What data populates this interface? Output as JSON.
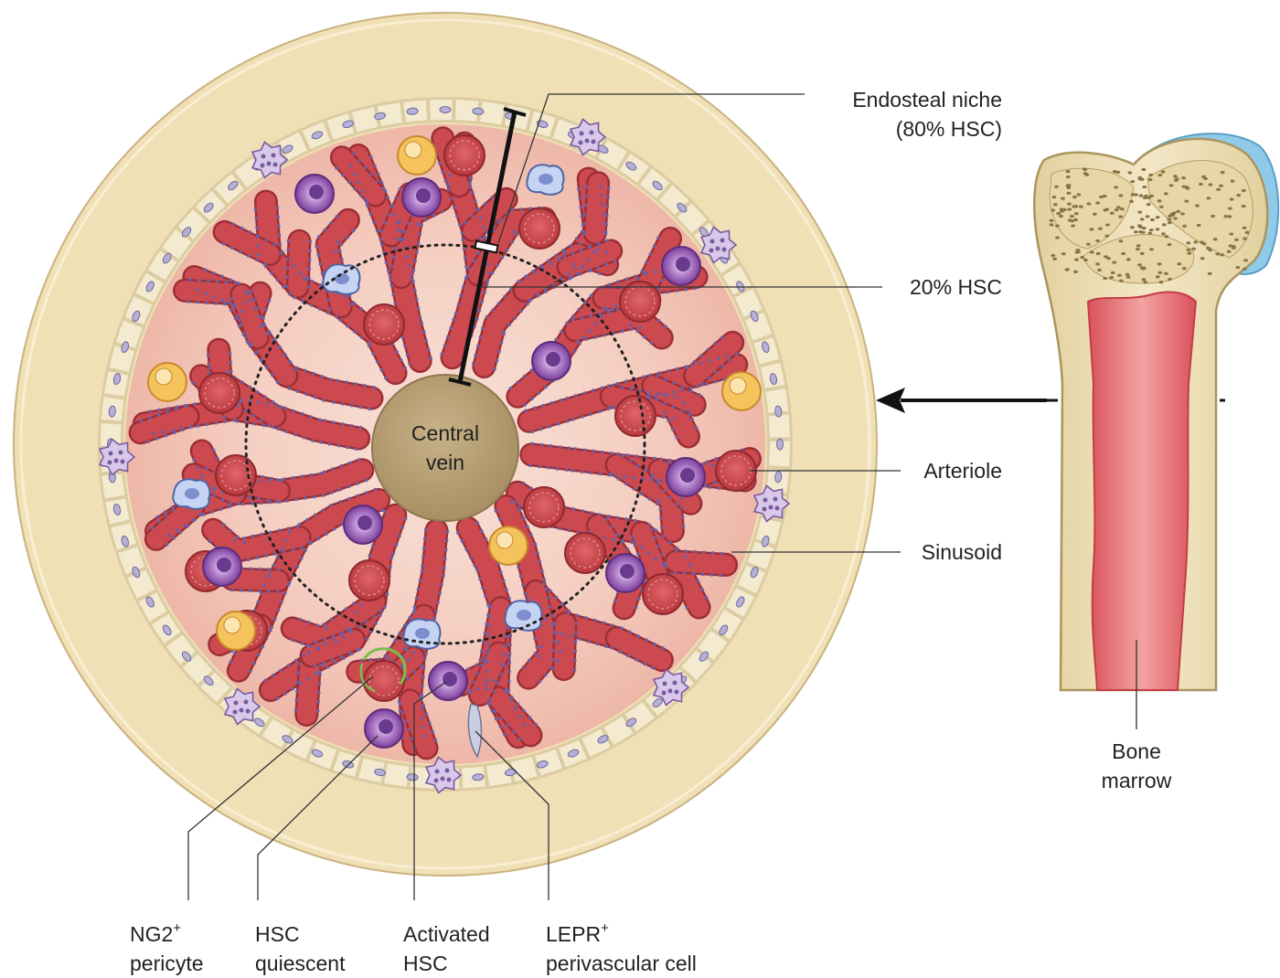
{
  "labels": {
    "endosteal_line1": "Endosteal niche",
    "endosteal_line2": "(80% HSC)",
    "hsc20": "20% HSC",
    "central_line1": "Central",
    "central_line2": "vein",
    "arteriole": "Arteriole",
    "sinusoid": "Sinusoid",
    "bone_line1": "Bone",
    "bone_line2": "marrow",
    "ng2": "NG2",
    "ng2_sup": "+",
    "pericyte": "pericyte",
    "hsc": "HSC",
    "quiescent": "quiescent",
    "activated": "Activated",
    "activated_hsc": "HSC",
    "lepr": "LEPR",
    "lepr_sup": "+",
    "perivascular": "perivascular cell"
  },
  "colors": {
    "bone_cortex": "#ecdcb0",
    "marrow_background": "#f2c3b5",
    "sinusoid": "#c9484c",
    "hsc_quiescent": "#8e58ad",
    "central_vein": "#b59d73",
    "cartilage": "#7fc0e4"
  }
}
